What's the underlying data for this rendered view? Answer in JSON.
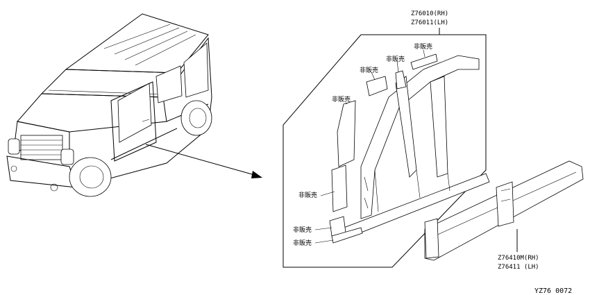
{
  "labels": {
    "pillar_set": {
      "part_rh": "Z76010(RH)",
      "part_lh": "Z76011(LH)"
    },
    "sill_set": {
      "part_rh": "Z76410M(RH)",
      "part_lh": "Z76411 (LH)"
    },
    "not_for_sale": "非販売",
    "figure_code": "YZ76 0072"
  },
  "icons": {
    "vehicle": "vehicle-illustration",
    "pointer": "arrow-icon"
  }
}
